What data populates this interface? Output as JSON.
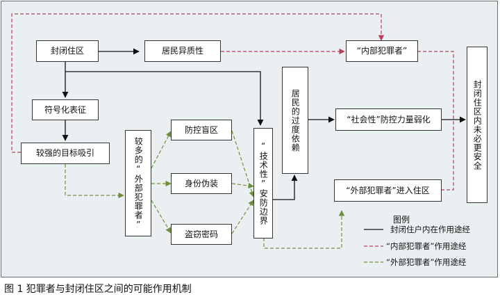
{
  "nodes": {
    "fengbi_zhuqu": "封闭住区",
    "jumin_yizhixing": "居民异质性",
    "neibu_fanzui": "“内部犯罪者”",
    "fuhaohua": "符号化表征",
    "mubiao_xiyin": "较强的目标吸引",
    "jiaoduo_waibu": "较多的“外部犯罪者”",
    "fangkong_mangqu": "防控盲区",
    "shenfen_weizhuang": "身份伪装",
    "daoqie_mima": "盗窃密码",
    "jishuxing_anfang": "“技术性”安防边界",
    "guodu_yilai": "居民的过度依赖",
    "shehuixing_ruohua": "“社会性”防控力量弱化",
    "waibu_jinru": "“外部犯罪者”进入住区",
    "weibi_anquan": "封闭住区内未必更安全"
  },
  "legend": {
    "title": "图例",
    "items": [
      {
        "label": "封闭住户内在作用途经",
        "color": "#111111",
        "style": "solid"
      },
      {
        "label": "“内部犯罪者”作用途经",
        "color": "#b8405a",
        "style": "dashed"
      },
      {
        "label": "“外部犯罪者”作用途经",
        "color": "#6f8f3a",
        "style": "dashed"
      }
    ]
  },
  "colors": {
    "inner": "#111111",
    "internal_offender": "#b8405a",
    "external_offender": "#6f8f3a"
  },
  "caption": "图 1  犯罪者与封闭住区之间的可能作用机制"
}
